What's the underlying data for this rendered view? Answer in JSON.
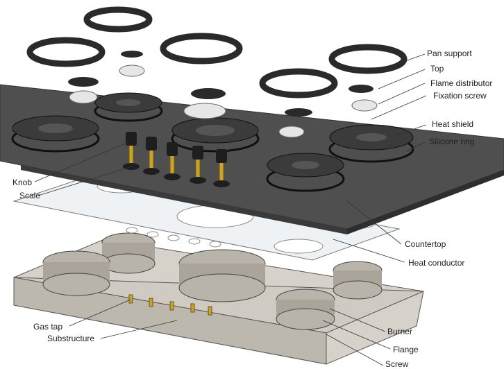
{
  "labels": {
    "pan_support": "Pan support",
    "top": "Top",
    "flame_distributor": "Flame distributor",
    "fixation_screw": "Fixation screw",
    "heat_shield": "Heat shield",
    "silicone_ring": "Silicone ring",
    "knob": "Knob",
    "scale": "Scale",
    "countertop": "Countertop",
    "heat_conductor": "Heat conductor",
    "gas_tap": "Gas tap",
    "substructure": "Substructure",
    "burner": "Burner",
    "flange": "Flange",
    "screw": "Screw"
  },
  "colors": {
    "countertop": "#4a4a4a",
    "pan_support": "#2a2a2a",
    "heat_conductor": "#eef2f4",
    "substructure": "#c9c5bd",
    "knob_shaft": "#c9a227"
  }
}
